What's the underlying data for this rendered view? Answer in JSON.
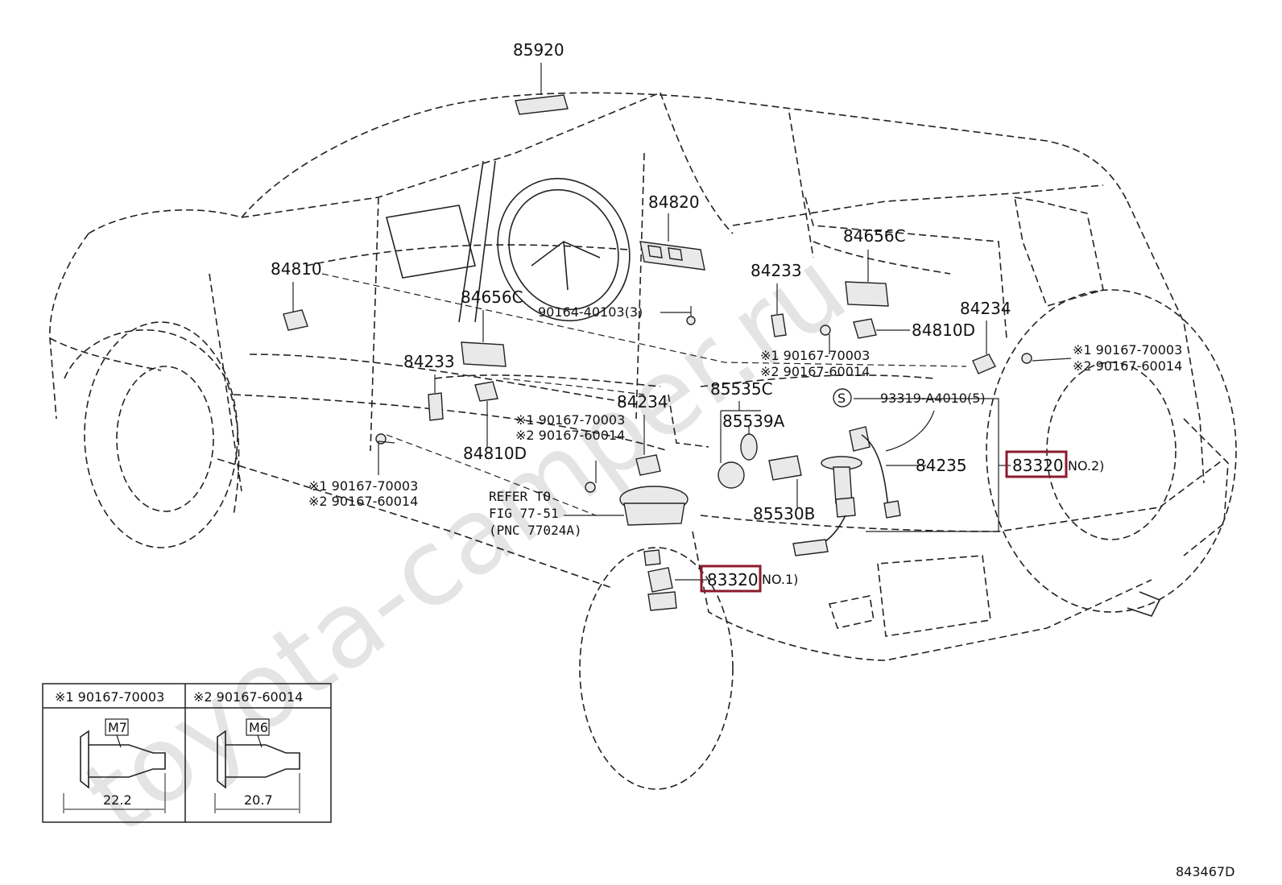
{
  "watermark": "toyota-camper.ru",
  "figure_code": "843467D",
  "labels": {
    "p85920": "85920",
    "p84820": "84820",
    "p84810": "84810",
    "p84656c_left": "84656C",
    "p84656c_right": "84656C",
    "p90164": "90164-40103(3)",
    "p84233_left": "84233",
    "p84233_right": "84233",
    "p84234_left": "84234",
    "p84234_right": "84234",
    "p84810d_left": "84810D",
    "p84810d_right": "84810D",
    "p85535c": "85535C",
    "p85539a": "85539A",
    "p85530b": "85530B",
    "p84235": "84235",
    "p93319": "93319-A4010(5)",
    "s_symbol": "S",
    "p83320_no1": "83320",
    "no1": "NO.1)",
    "p83320_no2": "83320",
    "no2": "NO.2)",
    "refer1": "REFER TO",
    "refer2": "FIG 77-51",
    "refer3": "(PNC 77024A)",
    "n1_mid": "※1 90167-70003",
    "n2_mid": "※2 90167-60014",
    "n1_left": "※1 90167-70003",
    "n2_left": "※2 90167-60014",
    "n1_center": "※1 90167-70003",
    "n2_center": "※2 90167-60014",
    "n1_right": "※1 90167-70003",
    "n2_right": "※2 90167-60014"
  },
  "legend": {
    "col1_header": "※1 90167-70003",
    "col2_header": "※2 90167-60014",
    "col1_thread": "M7",
    "col2_thread": "M6",
    "col1_length": "22.2",
    "col2_length": "20.7"
  },
  "colors": {
    "highlight": "#8b1a2e",
    "line": "#222222",
    "watermark": "#e4e4e4"
  }
}
